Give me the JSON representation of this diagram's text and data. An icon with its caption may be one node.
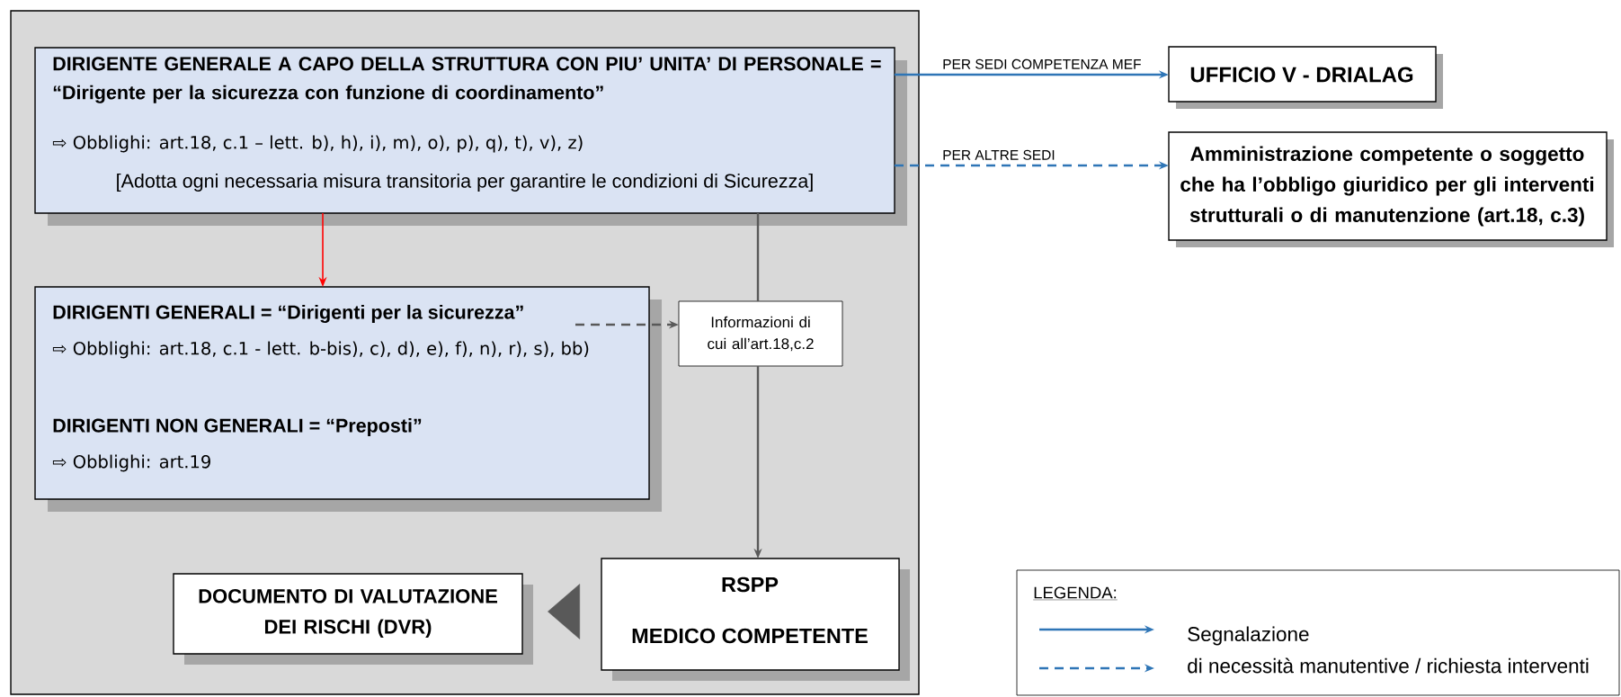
{
  "diagram": {
    "nodes": [
      {
        "text": [],
        "shape": "box"
      },
      {
        "text": [
          "DIRIGENTE GENERALE A CAPO DELLA STRUTTURA CON PIU’ UNITA’ DI PERSONALE = “Dirigente per la sicurezza con funzione di coordinamento”",
          "⇨ Obblighi: art.18, c.1 – lett. b), h), i), m), o), p), q), t), v), z)",
          "[Adotta ogni necessaria misura transitoria per garantire le condizioni di Sicurezza]"
        ],
        "in": 0
      },
      {
        "text": [
          "DIRIGENTI GENERALI = “Dirigenti per la sicurezza”",
          "⇨ Obblighi: art.18, c.1 - lett. b-bis), c), d), e), f), n), r), s), bb)",
          "DIRIGENTI NON GENERALI = “Preposti”",
          "⇨ Obblighi: art.19"
        ],
        "in": 0
      },
      {
        "text": [
          "Informazioni di cui all’art.18,c.2"
        ],
        "in": 0
      },
      {
        "text": [
          "RSPP",
          "MEDICO COMPETENTE"
        ],
        "in": 0
      },
      {
        "text": [
          "DOCUMENTO DI VALUTAZIONE DEI RISCHI (DVR)"
        ],
        "in": 0
      },
      {
        "text": [
          "UFFICIO V - DRIALAG"
        ]
      },
      {
        "text": [
          "Amministrazione competente o soggetto che ha l’obbligo giuridico per gli interventi strutturali o di manutenzione (art.18, c.3)"
        ]
      }
    ],
    "edges": [
      {
        "from": 1,
        "to": 2,
        "arrow": "to",
        "color": "#ff0000"
      },
      {
        "from": 1,
        "to": 3,
        "arrow": "none"
      },
      {
        "from": 3,
        "to": 4,
        "arrow": "to"
      },
      {
        "from": 2,
        "to": 3,
        "arrow": "to",
        "style": "dashed"
      },
      {
        "from": 4,
        "to": 5,
        "arrow": "to"
      },
      {
        "from": 1,
        "to": 6,
        "arrow": "to",
        "label": "PER SEDI COMPETENZA MEF",
        "color": "#2e75b6"
      },
      {
        "from": 1,
        "to": 7,
        "arrow": "to",
        "label": "PER ALTRE SEDI",
        "style": "dashed",
        "color": "#2e75b6"
      }
    ],
    "labels": [
      "LEGENDA:"
    ],
    "legend": [
      {
        "text": "Segnalazione"
      },
      {
        "text": "di necessità manutentive / richiesta interventi"
      }
    ]
  }
}
